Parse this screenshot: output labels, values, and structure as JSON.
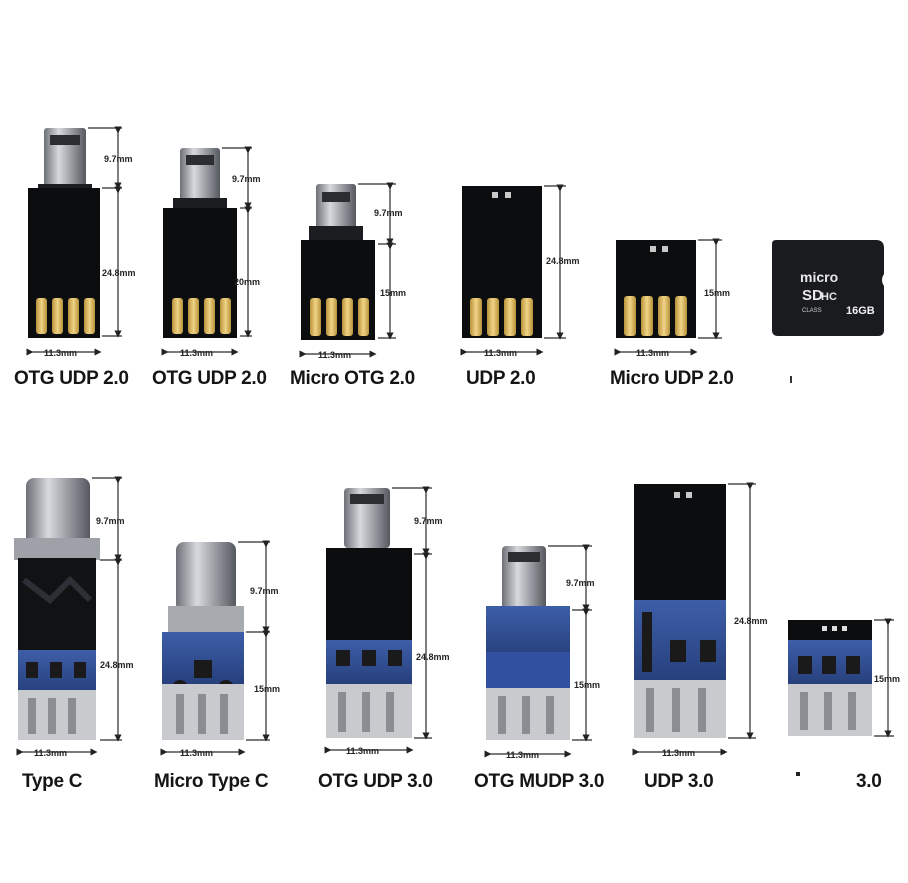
{
  "captions_row1": [
    "OTG  UDP 2.0",
    "OTG  UDP 2.0",
    "Micro OTG 2.0",
    "UDP 2.0",
    "Micro UDP 2.0"
  ],
  "captions_row2": [
    "Type C",
    "Micro Type C",
    "OTG UDP 3.0",
    "OTG MUDP 3.0",
    "UDP 3.0",
    "3.0"
  ],
  "dims": {
    "w": "11.3mm",
    "plug": "9.7mm",
    "full": "24.8mm",
    "twenty": "20mm",
    "fifteen": "15mm"
  },
  "sdcard": {
    "micro": "micro",
    "sd": "SD",
    "hc": "HC",
    "class": "CLASS",
    "cap": "16GB"
  },
  "colors": {
    "pcb": "#0c0d0f",
    "gold": "#d9b45a",
    "blue": "#4a6fbf",
    "metal": "#b9bcc2",
    "dimline": "#2a2a2a"
  }
}
